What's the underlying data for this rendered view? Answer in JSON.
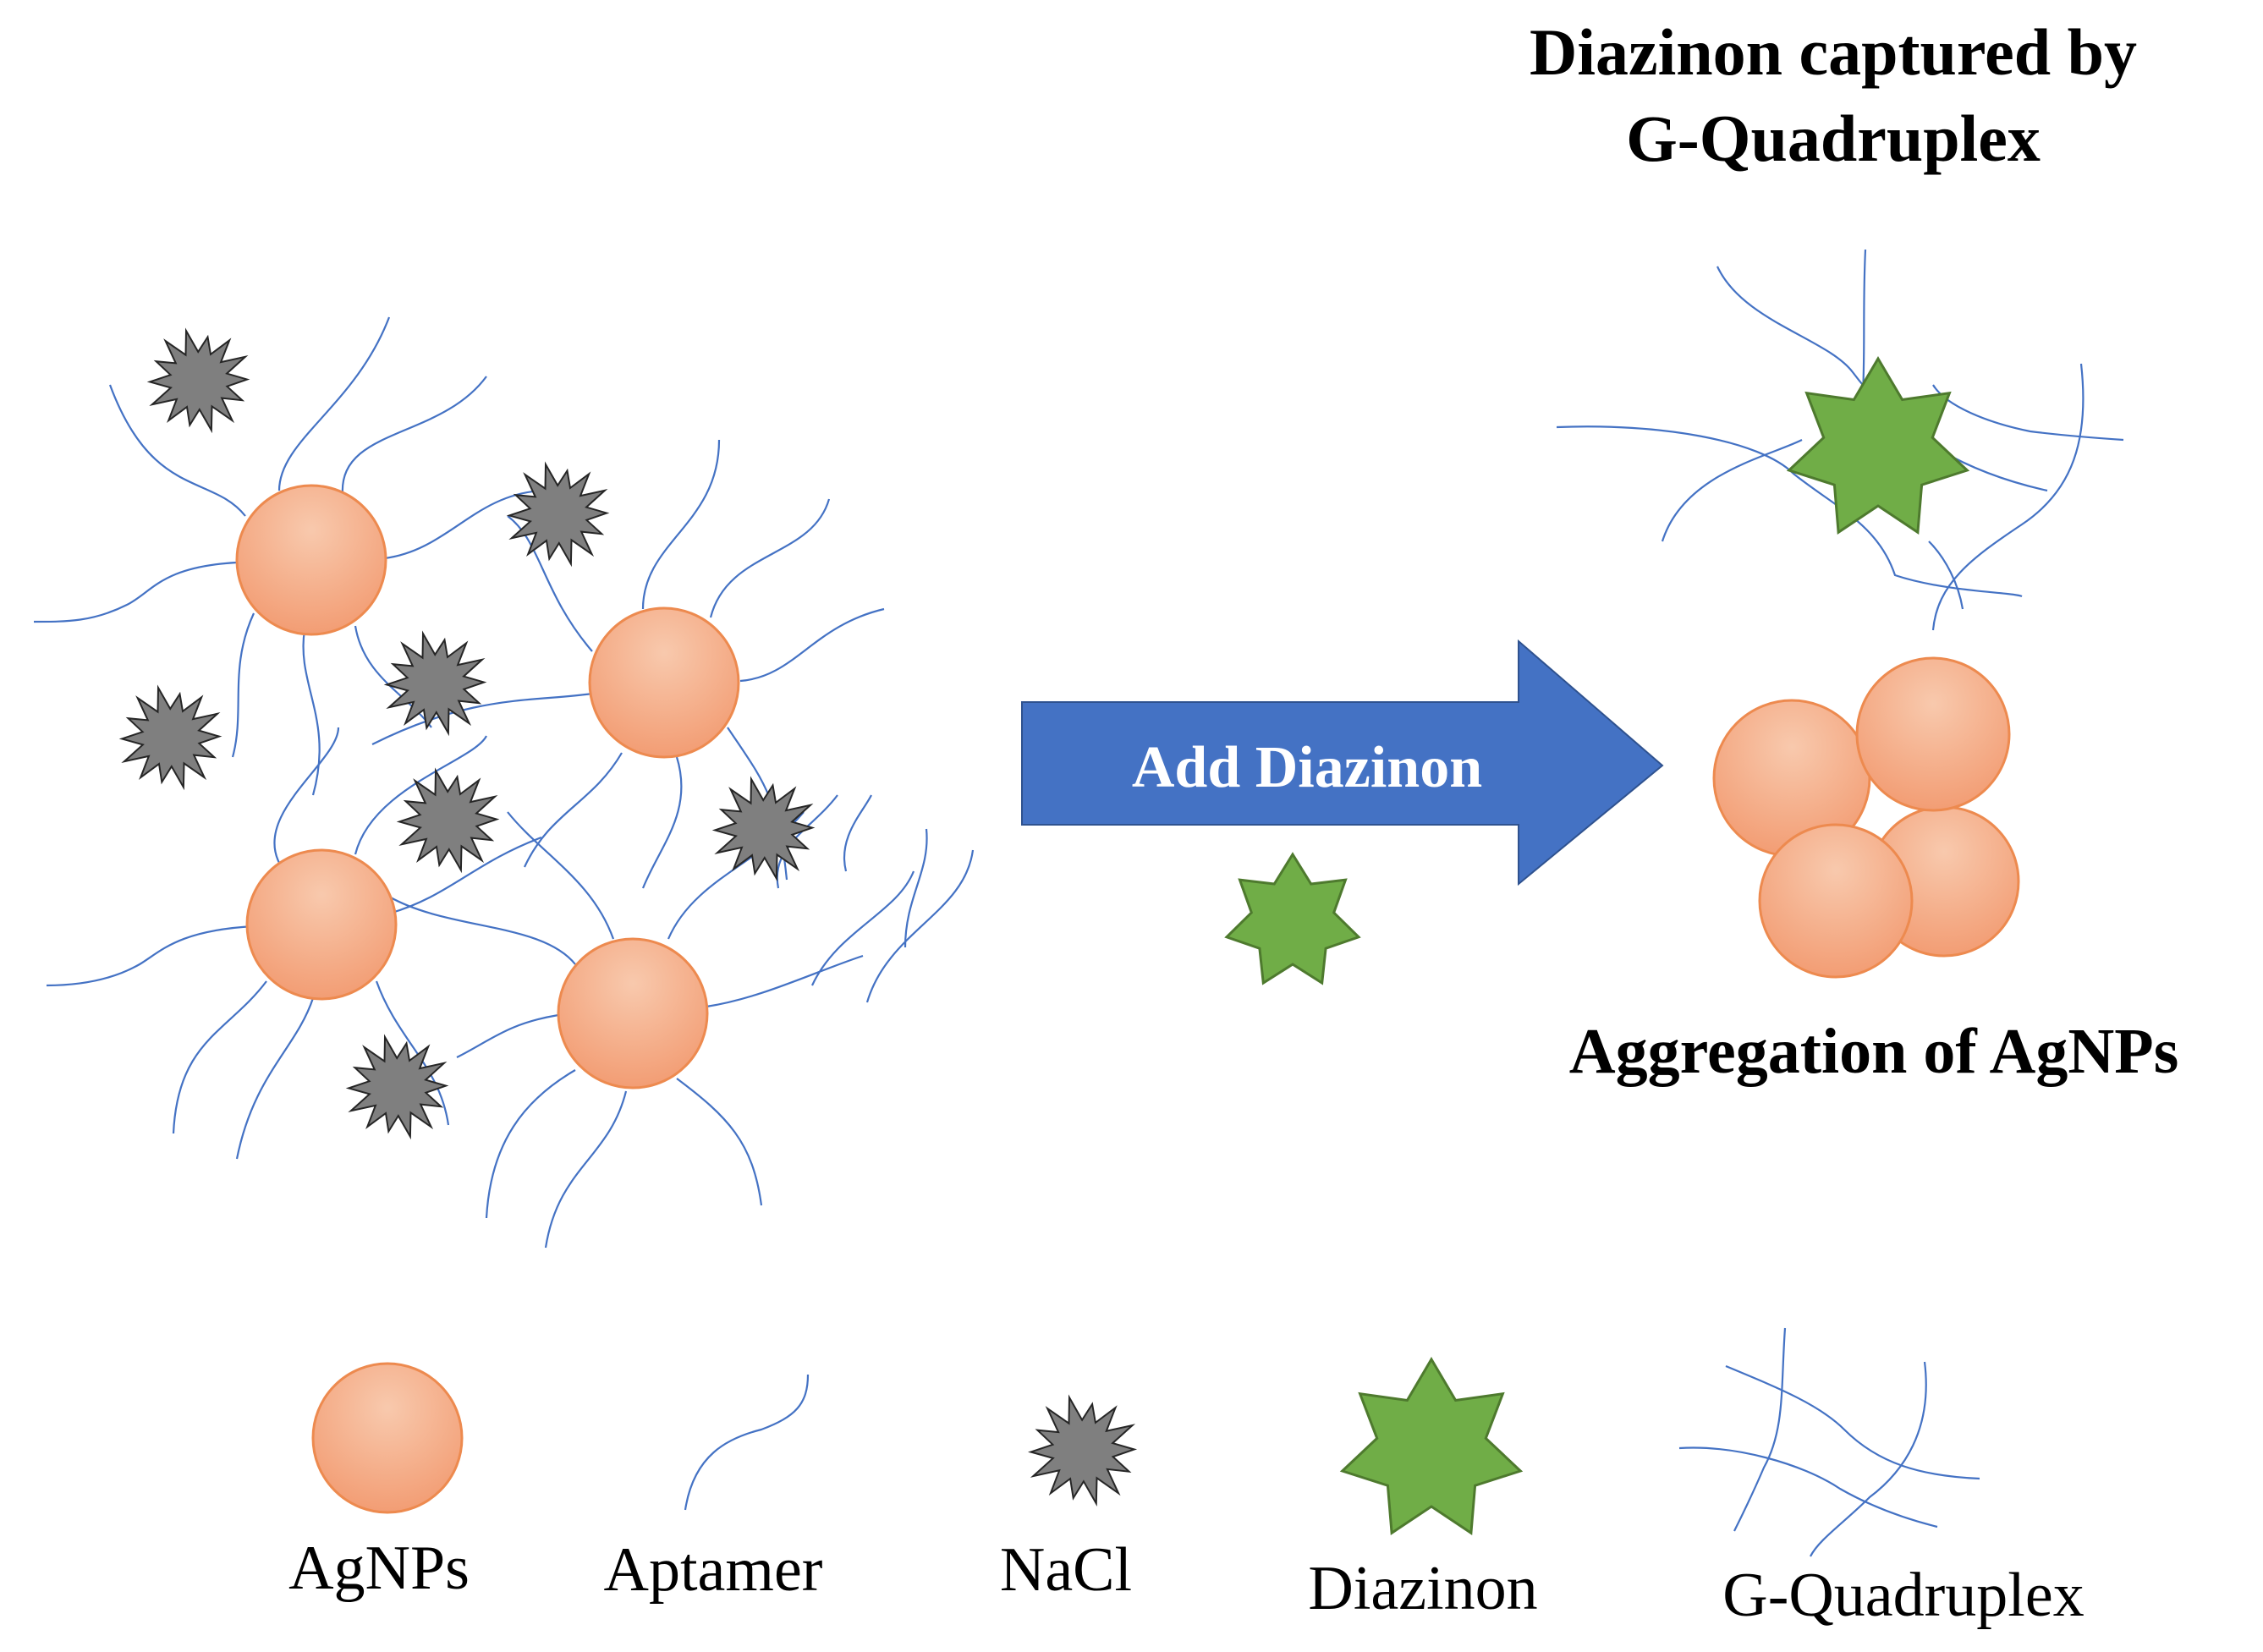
{
  "title": {
    "line1": "Diazinon captured by",
    "line2": "G-Quadruplex"
  },
  "arrow_label": "Add Diazinon",
  "aggregation_label": "Aggregation of AgNPs",
  "legend": {
    "agnps": "AgNPs",
    "aptamer": "Aptamer",
    "nacl": "NaCl",
    "diazinon": "Diazinon",
    "gquadruplex": "G-Quadruplex"
  },
  "colors": {
    "agnp_fill": "#f4b18f",
    "agnp_stroke": "#ed8a4f",
    "aptamer_line": "#4472c4",
    "nacl_fill": "#7f7f7f",
    "nacl_stroke": "#262626",
    "diazinon_fill": "#70ad47",
    "diazinon_stroke": "#4e7a2e",
    "arrow_fill": "#4472c4",
    "arrow_label": "#ffffff",
    "text": "#000000"
  }
}
